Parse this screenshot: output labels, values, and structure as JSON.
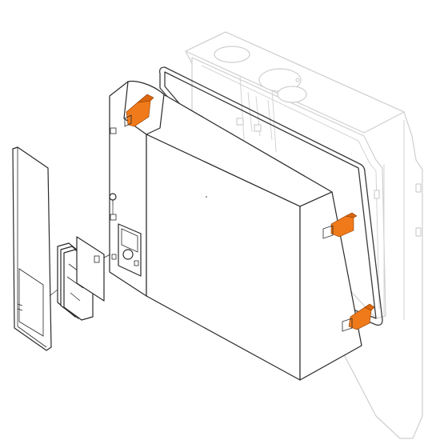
{
  "diagram": {
    "accent_color": "#f07a1a",
    "parts": [
      "mounting-back-box",
      "front-gasket",
      "housing-cover",
      "mounting-clip-top",
      "mounting-clip-right-upper",
      "mounting-clip-right-lower",
      "side-trim-panel",
      "glass-pane-stack",
      "display-gasket",
      "control-display",
      "control-knob",
      "cover-screw"
    ]
  }
}
